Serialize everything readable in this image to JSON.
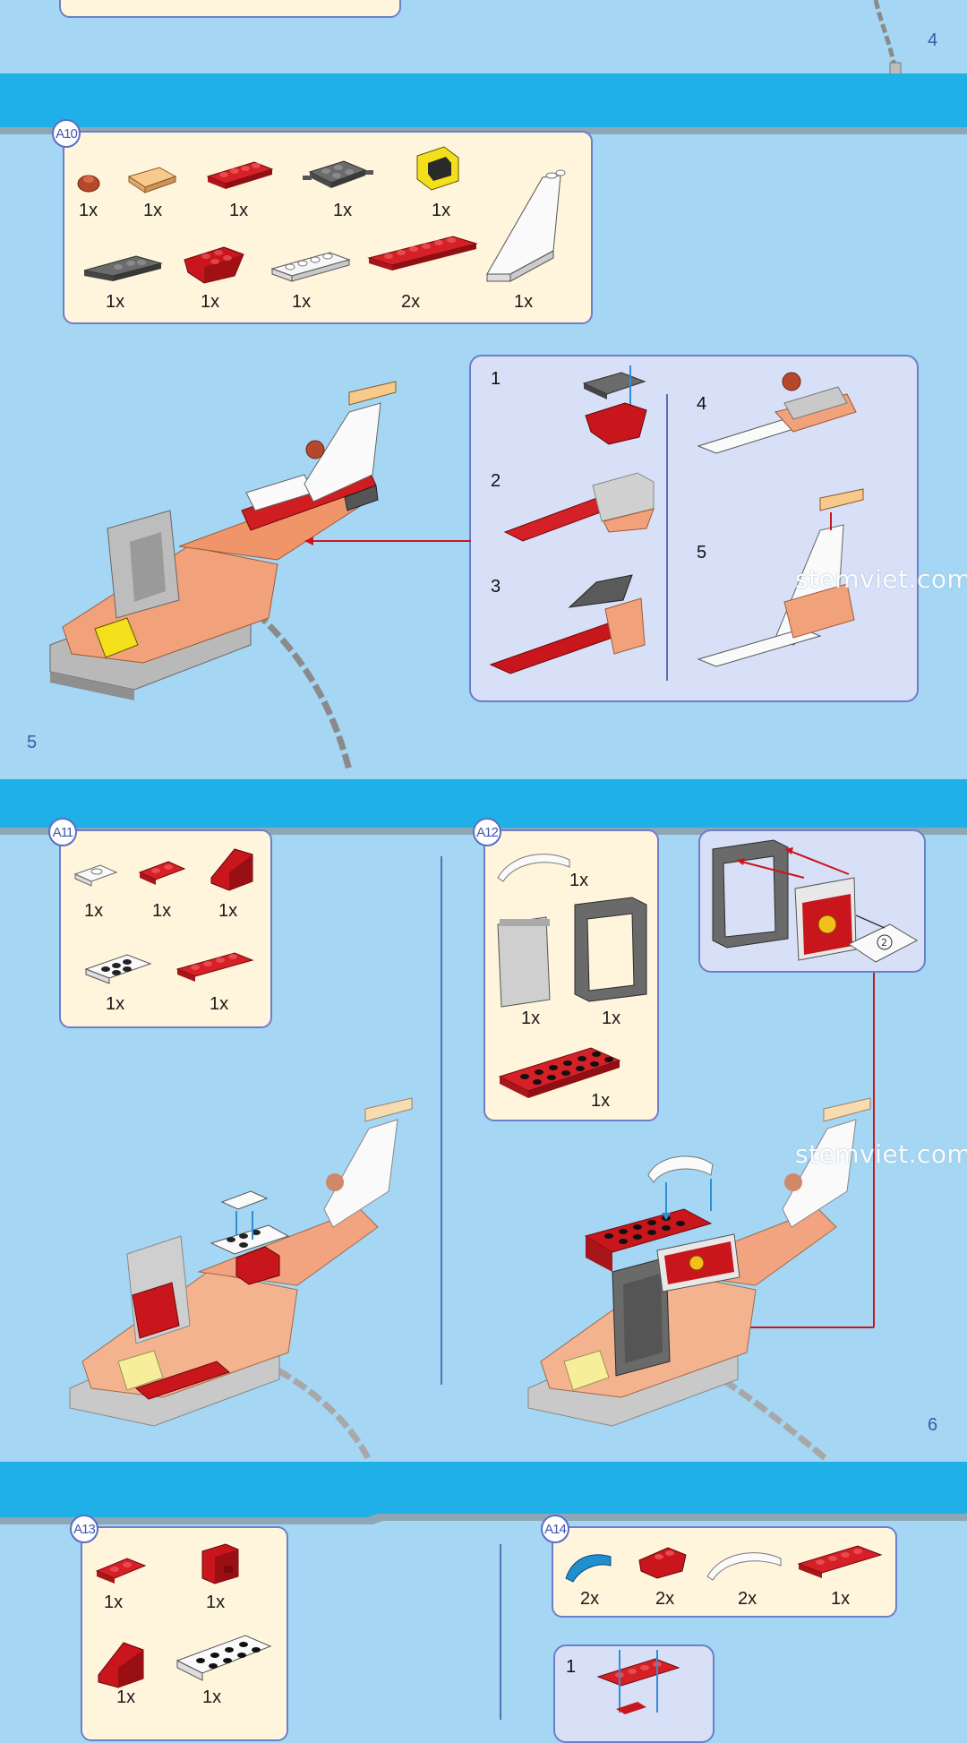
{
  "page_numbers": {
    "top": "4",
    "middle": "5",
    "right": "6"
  },
  "watermark": "stemviet.com",
  "steps": {
    "a10": {
      "badge": "A10",
      "parts": [
        "1x",
        "1x",
        "1x",
        "1x",
        "1x",
        "1x",
        "1x",
        "1x",
        "2x",
        "1x"
      ]
    },
    "a11": {
      "badge": "A11",
      "parts": [
        "1x",
        "1x",
        "1x",
        "1x",
        "1x"
      ]
    },
    "a12": {
      "badge": "A12",
      "parts": [
        "1x",
        "1x",
        "1x",
        "1x"
      ]
    },
    "a13": {
      "badge": "A13",
      "parts": [
        "1x",
        "1x",
        "1x",
        "1x"
      ]
    },
    "a14": {
      "badge": "A14",
      "parts": [
        "2x",
        "2x",
        "2x",
        "1x"
      ]
    }
  },
  "substeps": {
    "a10": [
      "1",
      "2",
      "3",
      "4",
      "5"
    ],
    "a14": [
      "1"
    ]
  },
  "colors": {
    "background": "#a5d6f3",
    "band": "#1eb0e6",
    "panel": "#fff4dc",
    "panel_border": "#6d7fc9",
    "brick_red": "#c9161c",
    "brick_orange": "#f2a27a"
  }
}
